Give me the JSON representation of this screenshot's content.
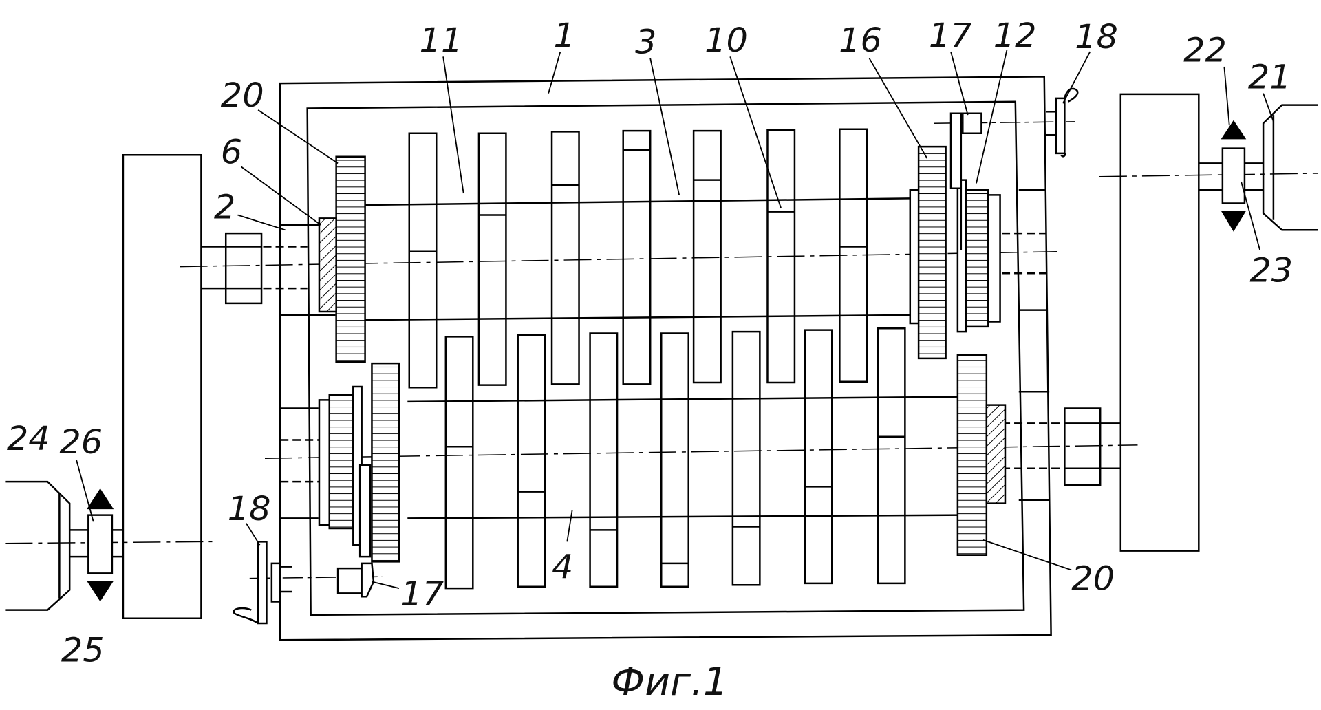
{
  "labels": {
    "l1": "1",
    "l2": "2",
    "l3": "3",
    "l4": "4",
    "l6": "6",
    "l10": "10",
    "l11": "11",
    "l12": "12",
    "l16": "16",
    "l17a": "17",
    "l17b": "17",
    "l18a": "18",
    "l18b": "18",
    "l20a": "20",
    "l20b": "20",
    "l21": "21",
    "l22": "22",
    "l23": "23",
    "l24": "24",
    "l25": "25",
    "l26": "26"
  },
  "caption": "Фиг.1"
}
